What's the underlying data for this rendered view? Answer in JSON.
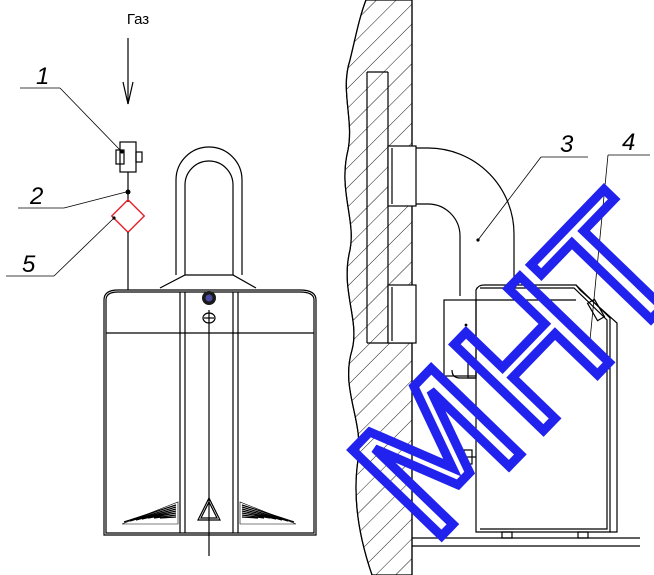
{
  "gas_label": "Газ",
  "callouts": [
    "1",
    "2",
    "3",
    "4",
    "5"
  ],
  "watermark": "МНТ",
  "colors": {
    "line": "#000000",
    "filter": "#e8202a",
    "watermark": "#2222ee"
  }
}
